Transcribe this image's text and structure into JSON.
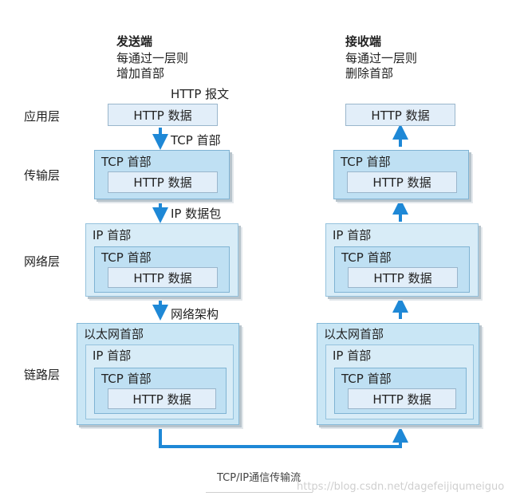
{
  "sender": {
    "title": "发送端",
    "desc_line1": "每通过一层则",
    "desc_line2": "增加首部"
  },
  "receiver": {
    "title": "接收端",
    "desc_line1": "每通过一层则",
    "desc_line2": "删除首部"
  },
  "layers": {
    "application": "应用层",
    "transport": "传输层",
    "network": "网络层",
    "link": "链路层"
  },
  "labels": {
    "http_message": "HTTP 报文",
    "tcp_header": "TCP 首部",
    "ip_packet": "IP 数据包",
    "network_frame": "网络架构"
  },
  "blocks": {
    "http_data": "HTTP 数据",
    "tcp_header": "TCP 首部",
    "ip_header": "IP 首部",
    "eth_header": "以太网首部"
  },
  "caption": "TCP/IP通信传输流",
  "watermark": "https://blog.csdn.net/dagefeijiqumeiguo",
  "colors": {
    "arrow": "#1e88d6",
    "data_fill": "#e2eef9",
    "tcp_fill": "#bfe0f3",
    "ip_fill": "#d8ecf7",
    "eth_fill": "#c9e6f5"
  }
}
